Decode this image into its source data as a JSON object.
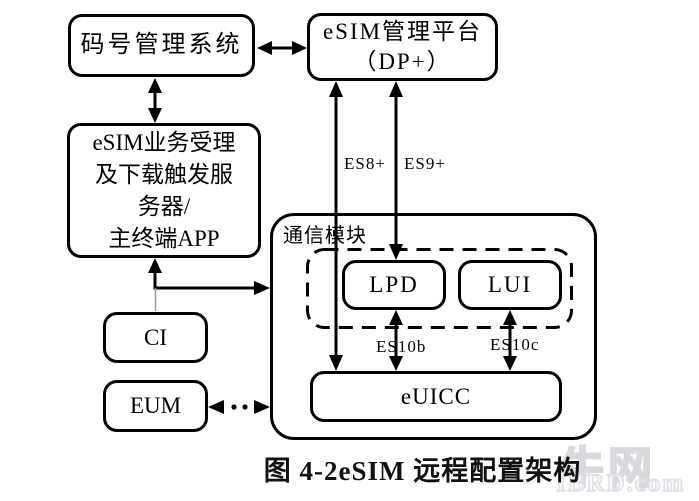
{
  "diagram": {
    "nodes": {
      "numbering_system": {
        "label": "码号管理系统"
      },
      "esim_platform": {
        "line1": "eSIM管理平台",
        "line2": "（DP+）"
      },
      "esim_server": {
        "lines": [
          "eSIM业务受理",
          "及下载触发服",
          "务器/",
          "主终端APP"
        ]
      },
      "ci": {
        "label": "CI"
      },
      "eum": {
        "label": "EUM"
      },
      "comm_module": {
        "label": "通信模块"
      },
      "lpd": {
        "label": "LPD"
      },
      "lui": {
        "label": "LUI"
      },
      "euicc": {
        "label": "eUICC"
      }
    },
    "edges": {
      "es8": "ES8+",
      "es9": "ES9+",
      "es10b": "ES10b",
      "es10c": "ES10c"
    },
    "caption": "图 4-2eSIM 远程配置架构",
    "watermark": {
      "line1": "牛网",
      "line2": "IBRD.com"
    },
    "colors": {
      "line": "#000000",
      "background": "#ffffff",
      "watermark": "#d9d9dd"
    }
  }
}
